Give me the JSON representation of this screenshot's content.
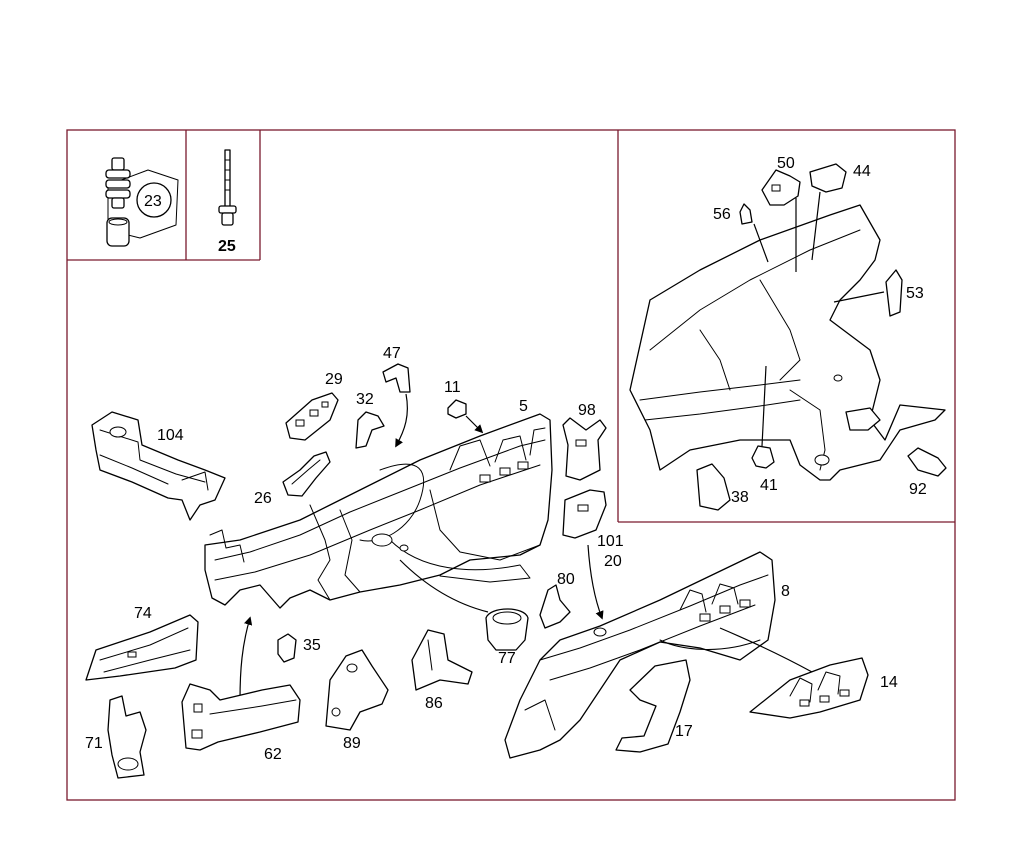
{
  "colors": {
    "frame": "#7a1a2e",
    "line": "#000000",
    "background": "#ffffff"
  },
  "callouts": {
    "n23": "23",
    "n25": "25",
    "n104": "104",
    "n29": "29",
    "n47": "47",
    "n32": "32",
    "n11": "11",
    "n5": "5",
    "n98": "98",
    "n26": "26",
    "n101": "101",
    "n20": "20",
    "n80": "80",
    "n8": "8",
    "n74": "74",
    "n35": "35",
    "n77": "77",
    "n14": "14",
    "n71": "71",
    "n62": "62",
    "n89": "89",
    "n86": "86",
    "n17": "17",
    "n50": "50",
    "n44": "44",
    "n56": "56",
    "n53": "53",
    "n38": "38",
    "n41": "41",
    "n92": "92"
  }
}
